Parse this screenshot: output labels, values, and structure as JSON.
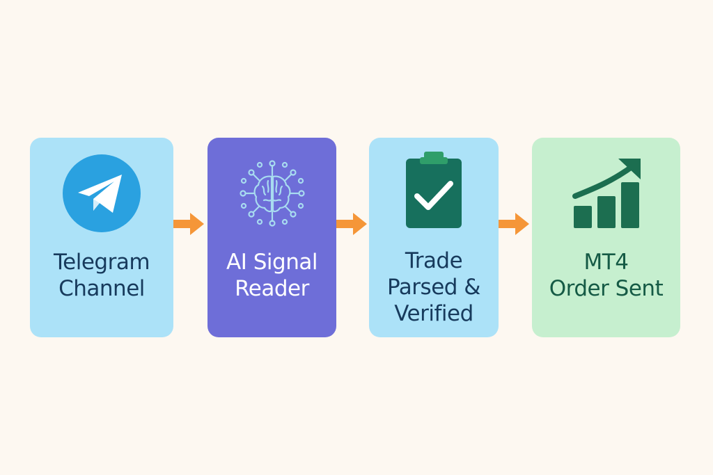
{
  "colors": {
    "background": "#fdf8f1",
    "telegram_box": "#ace2f8",
    "ai_box": "#6e6ed8",
    "trade_box": "#ace2f8",
    "mt4_box": "#c6efcf",
    "dark_navy_text": "#173a5c",
    "ai_text": "#ffffff",
    "mt4_text": "#155a45",
    "telegram_blue": "#2aa1e0",
    "clipboard_green": "#17705d",
    "chart_green": "#1c6e50",
    "arrow_orange": "#f59638",
    "ai_icon_stroke": "#a8dcf0"
  },
  "steps": [
    {
      "id": "telegram",
      "icon": "telegram-icon",
      "lines": [
        "Telegram",
        "Channel"
      ]
    },
    {
      "id": "ai",
      "icon": "ai-brain-icon",
      "lines": [
        "AI Signal",
        "Reader"
      ]
    },
    {
      "id": "trade",
      "icon": "clipboard-check-icon",
      "lines": [
        "Trade",
        "Parsed &",
        "Verified"
      ]
    },
    {
      "id": "mt4",
      "icon": "growth-chart-icon",
      "lines": [
        "MT4",
        "Order Sent"
      ]
    }
  ],
  "arrows": [
    "arrow-right-icon",
    "arrow-right-icon",
    "arrow-right-icon"
  ]
}
